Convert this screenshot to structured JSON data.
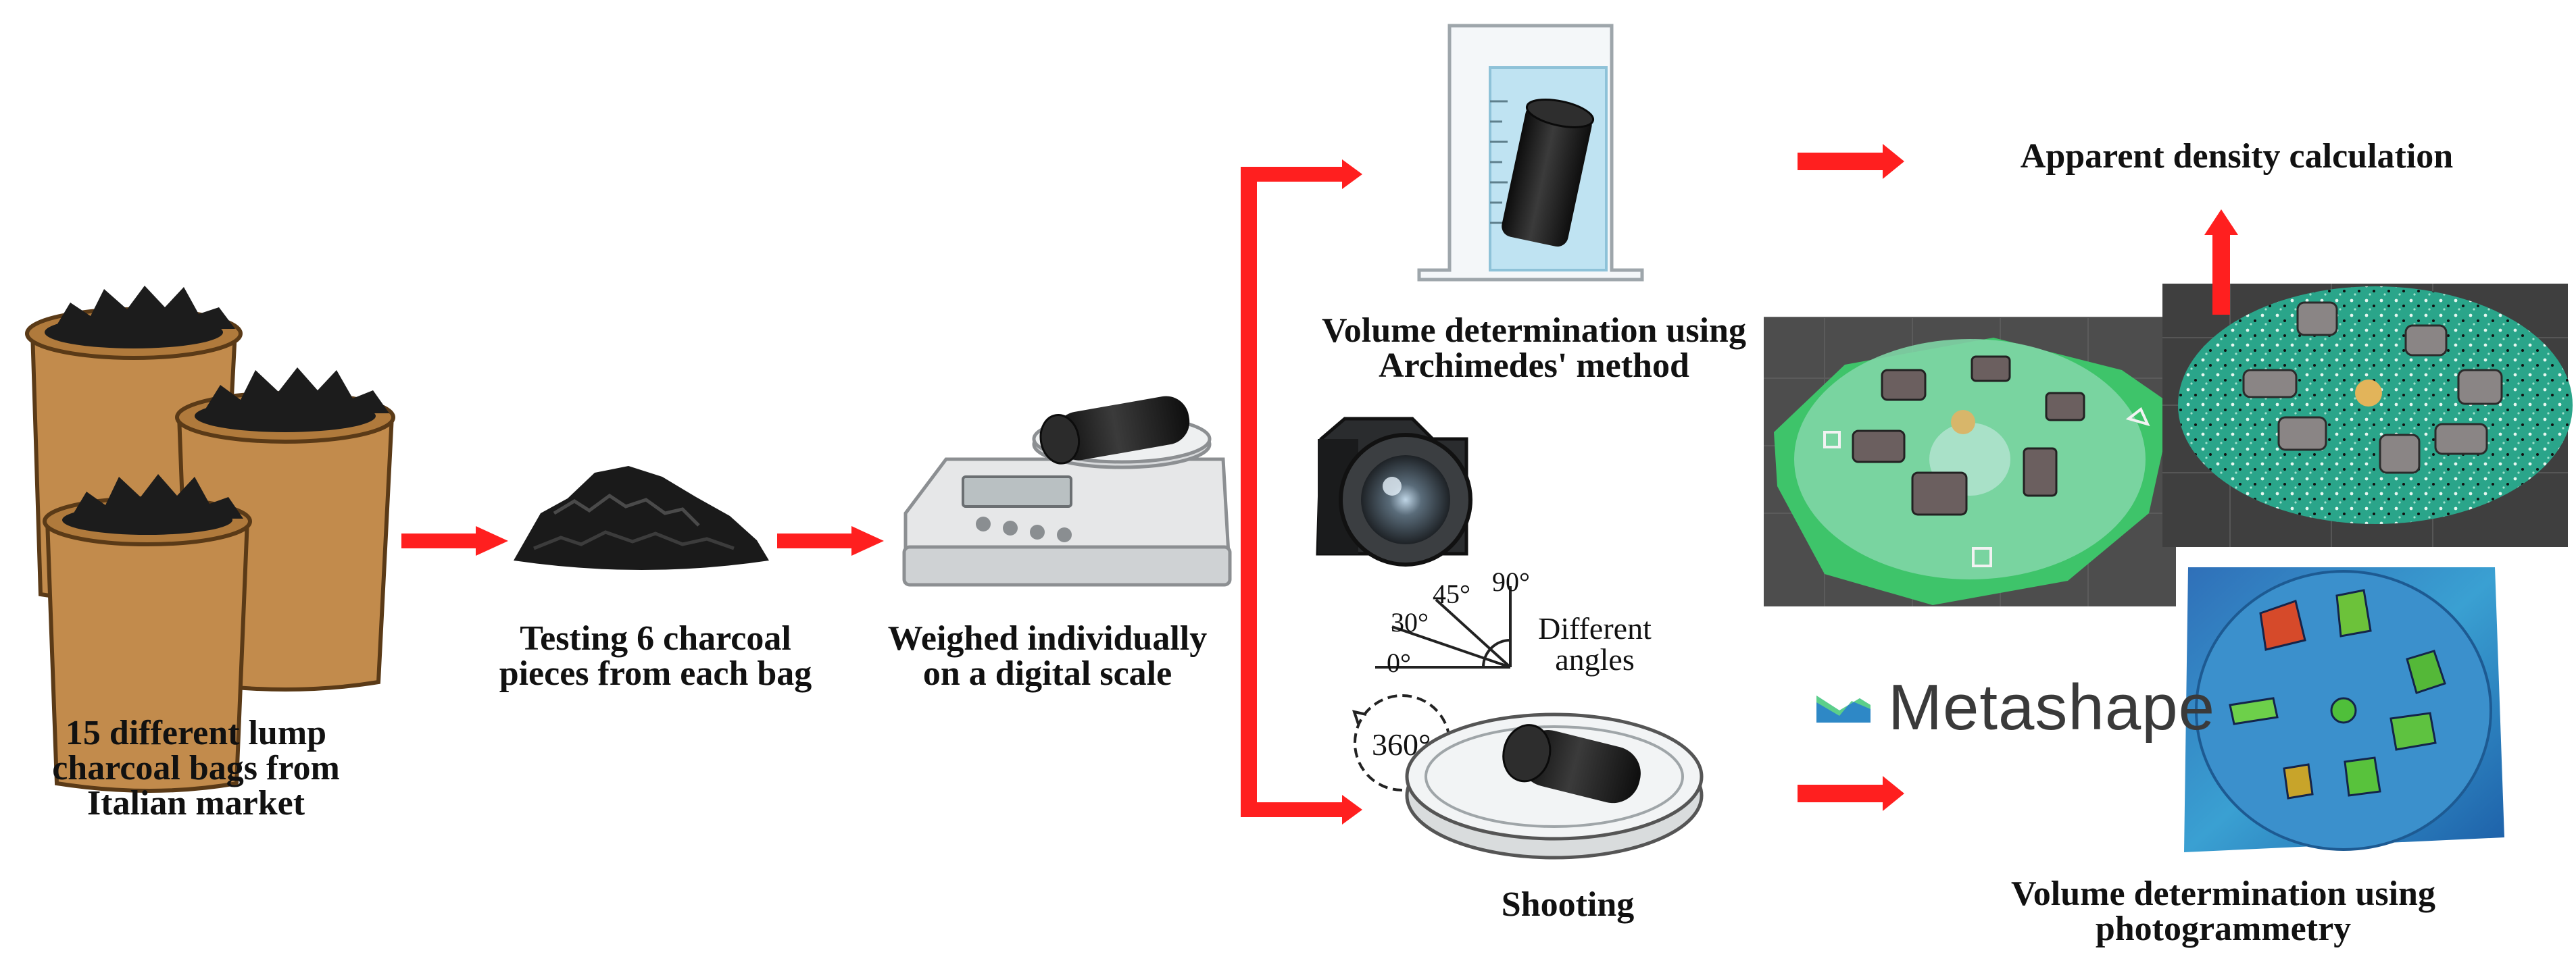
{
  "steps": {
    "bags": "15 different lump\ncharcoal bags from\nItalian market",
    "testing": "Testing 6 charcoal\npieces from each bag",
    "weighed": "Weighed individually\non a digital scale",
    "archimedes": "Volume determination using\nArchimedes' method",
    "shooting": "Shooting",
    "photogrammetry": "Volume determination using\nphotogrammetry",
    "density": "Apparent density calculation"
  },
  "angles": {
    "a0": "0°",
    "a30": "30°",
    "a45": "45°",
    "a90": "90°",
    "caption": "Different\nangles",
    "rotation": "360°"
  },
  "software": {
    "name": "Metashape"
  },
  "colors": {
    "arrow": "#ff1f1f",
    "bag": "#c28b4c",
    "charcoal": "#1c1c1c",
    "water": "#bfe3f2",
    "mesh_green": "#3ec46a",
    "cloud_teal": "#2aa58a",
    "dem_blue": "#2f7fc4"
  },
  "icons": [
    "sack-icon",
    "charcoal-pile-icon",
    "digital-scale-icon",
    "graduated-cylinder-icon",
    "camera-icon",
    "angle-protractor-icon",
    "rotation-icon",
    "petri-dish-icon",
    "metashape-logo-icon"
  ]
}
